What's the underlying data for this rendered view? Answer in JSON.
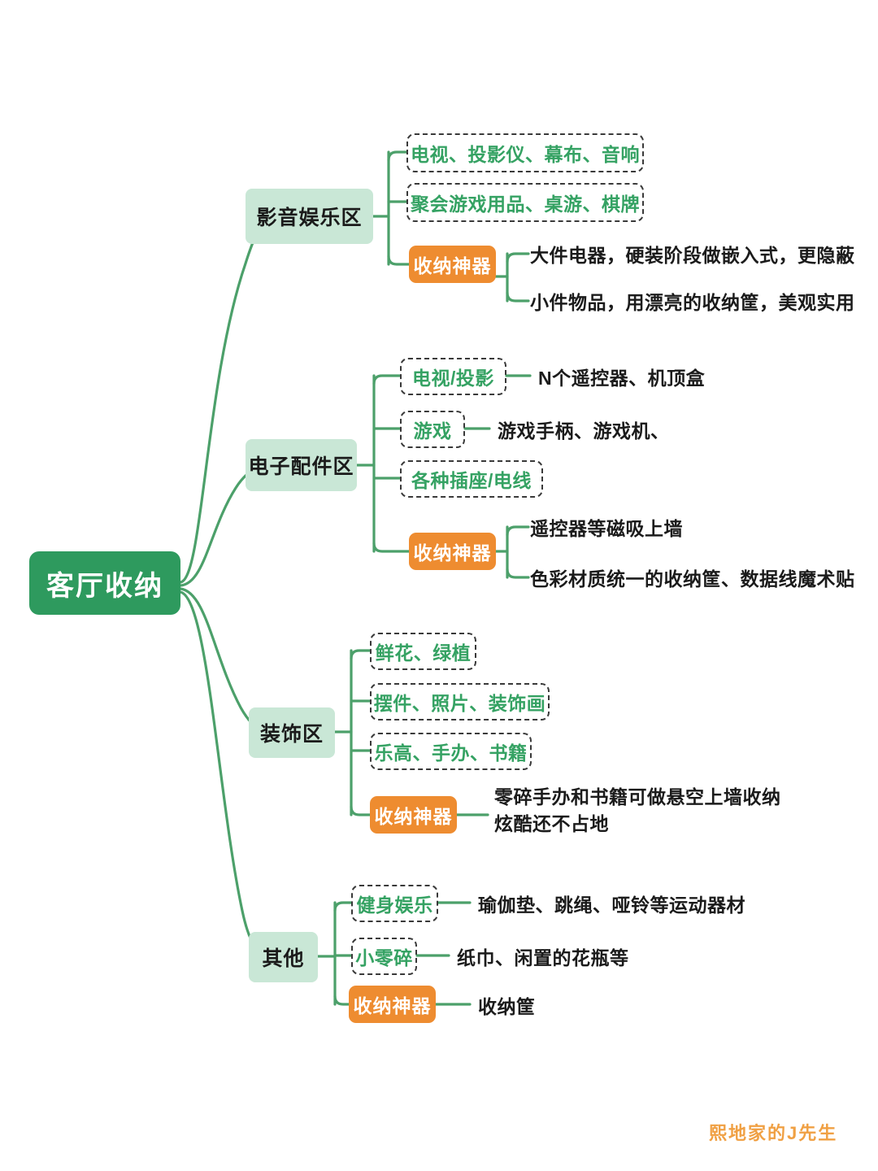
{
  "diagram": {
    "type": "mind-map",
    "title": "客厅收纳",
    "colors": {
      "root_bg": "#2E9A5E",
      "branch_bg": "#C9E7D6",
      "accent_orange": "#EE8C30",
      "link_green": "#4CA06A",
      "tag_text_green": "#35A263",
      "dash_border": "#3A3A3A",
      "watermark": "#F0A043"
    }
  },
  "root": {
    "label": "客厅收纳"
  },
  "branches": [
    {
      "label": "影音娱乐区",
      "items": [
        {
          "label": "电视、投影仪、幕布、音响",
          "style": "dashed"
        },
        {
          "label": "聚会游戏用品、桌游、棋牌",
          "style": "dashed"
        },
        {
          "label": "收纳神器",
          "style": "orange",
          "children": [
            {
              "label": "大件电器，硬装阶段做嵌入式，更隐蔽"
            },
            {
              "label": "小件物品，用漂亮的收纳筐，美观实用"
            }
          ]
        }
      ]
    },
    {
      "label": "电子配件区",
      "items": [
        {
          "label": "电视/投影",
          "style": "dashed",
          "children": [
            {
              "label": "N个遥控器、机顶盒"
            }
          ]
        },
        {
          "label": "游戏",
          "style": "dashed",
          "children": [
            {
              "label": "游戏手柄、游戏机、"
            }
          ]
        },
        {
          "label": "各种插座/电线",
          "style": "dashed"
        },
        {
          "label": "收纳神器",
          "style": "orange",
          "children": [
            {
              "label": "遥控器等磁吸上墙"
            },
            {
              "label": "色彩材质统一的收纳筐、数据线魔术贴"
            }
          ]
        }
      ]
    },
    {
      "label": "装饰区",
      "items": [
        {
          "label": "鲜花、绿植",
          "style": "dashed"
        },
        {
          "label": "摆件、照片、装饰画",
          "style": "dashed"
        },
        {
          "label": "乐高、手办、书籍",
          "style": "dashed"
        },
        {
          "label": "收纳神器",
          "style": "orange",
          "children": [
            {
              "label": "零碎手办和书籍可做悬空上墙收纳\n炫酷还不占地"
            }
          ]
        }
      ]
    },
    {
      "label": "其他",
      "items": [
        {
          "label": "健身娱乐",
          "style": "dashed",
          "children": [
            {
              "label": "瑜伽垫、跳绳、哑铃等运动器材"
            }
          ]
        },
        {
          "label": "小零碎",
          "style": "dashed",
          "children": [
            {
              "label": "纸巾、闲置的花瓶等"
            }
          ]
        },
        {
          "label": "收纳神器",
          "style": "orange",
          "children": [
            {
              "label": "收纳筐"
            }
          ]
        }
      ]
    }
  ],
  "watermark": {
    "label": "熙地家的J先生"
  }
}
